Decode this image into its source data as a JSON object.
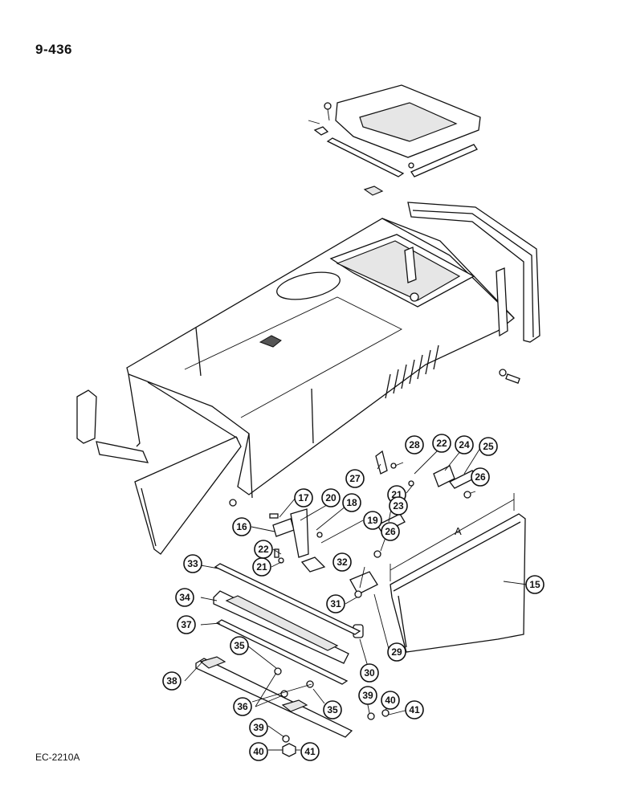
{
  "header": {
    "page_ref": "9-436"
  },
  "footer": {
    "drawing_code": "EC-2210A"
  },
  "dimension": {
    "label": "A"
  },
  "callouts": [
    {
      "id": "c15",
      "label": "15"
    },
    {
      "id": "c16",
      "label": "16"
    },
    {
      "id": "c17",
      "label": "17"
    },
    {
      "id": "c18",
      "label": "18"
    },
    {
      "id": "c19",
      "label": "19"
    },
    {
      "id": "c20",
      "label": "20"
    },
    {
      "id": "c21a",
      "label": "21"
    },
    {
      "id": "c21b",
      "label": "21"
    },
    {
      "id": "c22a",
      "label": "22"
    },
    {
      "id": "c22b",
      "label": "22"
    },
    {
      "id": "c23",
      "label": "23"
    },
    {
      "id": "c24",
      "label": "24"
    },
    {
      "id": "c25",
      "label": "25"
    },
    {
      "id": "c26a",
      "label": "26"
    },
    {
      "id": "c26b",
      "label": "26"
    },
    {
      "id": "c27",
      "label": "27"
    },
    {
      "id": "c28",
      "label": "28"
    },
    {
      "id": "c29",
      "label": "29"
    },
    {
      "id": "c30",
      "label": "30"
    },
    {
      "id": "c31",
      "label": "31"
    },
    {
      "id": "c32",
      "label": "32"
    },
    {
      "id": "c33",
      "label": "33"
    },
    {
      "id": "c34",
      "label": "34"
    },
    {
      "id": "c35a",
      "label": "35"
    },
    {
      "id": "c35b",
      "label": "35"
    },
    {
      "id": "c36",
      "label": "36"
    },
    {
      "id": "c37",
      "label": "37"
    },
    {
      "id": "c38",
      "label": "38"
    },
    {
      "id": "c39a",
      "label": "39"
    },
    {
      "id": "c39b",
      "label": "39"
    },
    {
      "id": "c40a",
      "label": "40"
    },
    {
      "id": "c40b",
      "label": "40"
    },
    {
      "id": "c41a",
      "label": "41"
    },
    {
      "id": "c41b",
      "label": "41"
    }
  ]
}
